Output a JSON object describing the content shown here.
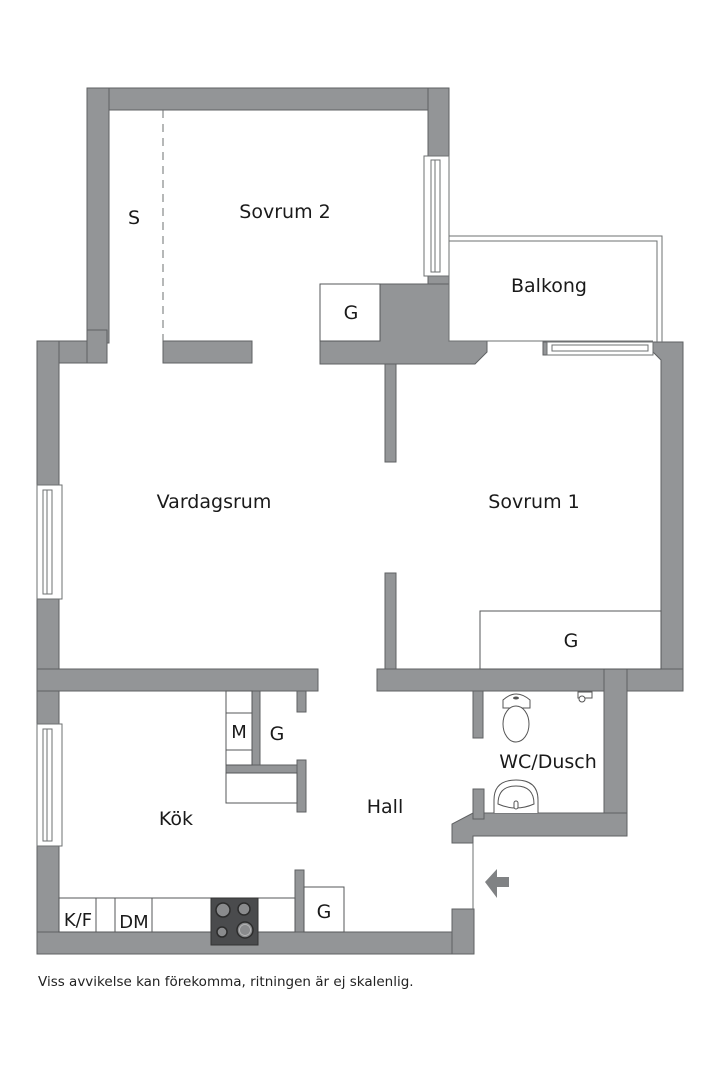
{
  "rooms": {
    "sovrum2": "Sovrum 2",
    "storage_s": "S",
    "balkong": "Balkong",
    "vardagsrum": "Vardagsrum",
    "sovrum1": "Sovrum 1",
    "kok": "Kök",
    "hall": "Hall",
    "wc_dusch": "WC/Dusch"
  },
  "closets": {
    "g_sovrum2": "G",
    "g_sovrum1": "G",
    "g_hall_upper": "G",
    "g_hall_lower": "G"
  },
  "appliances": {
    "microwave": "M",
    "fridge_freezer": "K/F",
    "dishwasher": "DM",
    "stove": "stove-icon"
  },
  "entrance": "entrance-arrow-icon",
  "disclaimer": "Viss avvikelse kan förekomma, ritningen är ej skalenlig.",
  "colors": {
    "wall": "#939597",
    "background": "#ffffff",
    "stove": "#4a4b4d"
  }
}
